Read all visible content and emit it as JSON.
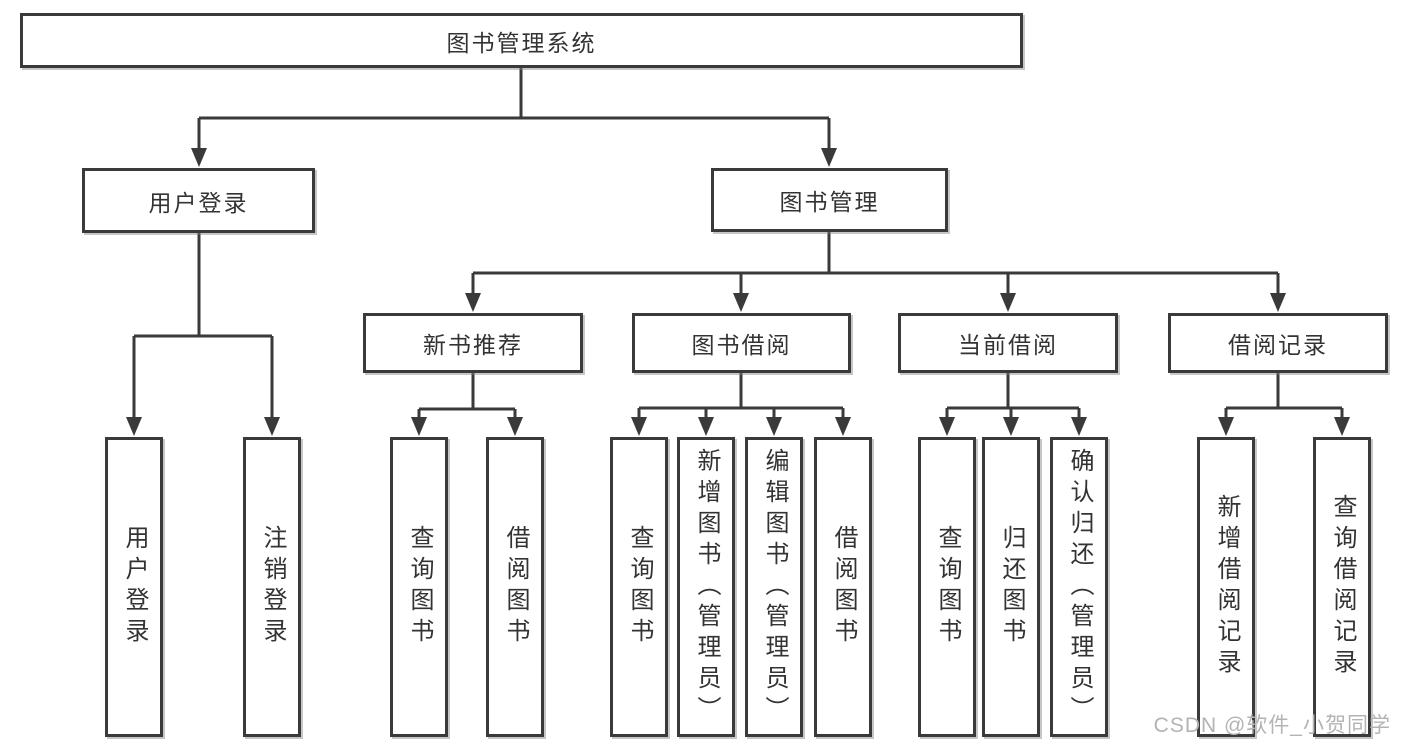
{
  "diagram": {
    "root": {
      "label": "图书管理系统"
    },
    "level2": [
      {
        "label": "用户登录",
        "children": [
          {
            "label": "用户登录"
          },
          {
            "label": "注销登录"
          }
        ]
      },
      {
        "label": "图书管理",
        "children": [
          {
            "label": "新书推荐",
            "children": [
              {
                "label": "查询图书"
              },
              {
                "label": "借阅图书"
              }
            ]
          },
          {
            "label": "图书借阅",
            "children": [
              {
                "label": "查询图书"
              },
              {
                "label": "新增图书（管理员）"
              },
              {
                "label": "编辑图书（管理员）"
              },
              {
                "label": "借阅图书"
              }
            ]
          },
          {
            "label": "当前借阅",
            "children": [
              {
                "label": "查询图书"
              },
              {
                "label": "归还图书"
              },
              {
                "label": "确认归还（管理员）"
              }
            ]
          },
          {
            "label": "借阅记录",
            "children": [
              {
                "label": "新增借阅记录"
              },
              {
                "label": "查询借阅记录"
              }
            ]
          }
        ]
      }
    ]
  },
  "watermark": {
    "text": "CSDN @软件_小贺同学"
  },
  "colors": {
    "line": "#3a3a3a",
    "box_border": "#3a3a3a",
    "text": "#333333",
    "watermark": "#b3b3b3",
    "background": "#ffffff"
  }
}
